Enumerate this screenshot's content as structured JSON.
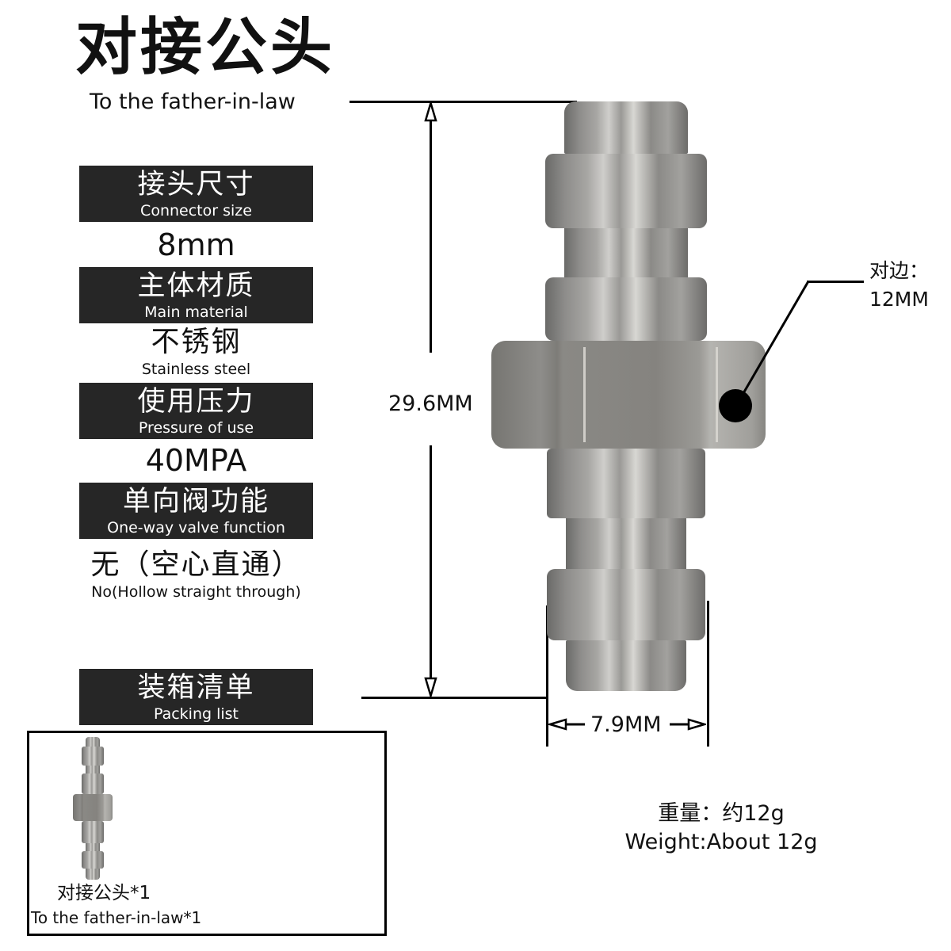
{
  "header": {
    "title_cn": "对接公头",
    "title_en": "To the father-in-law"
  },
  "specs": [
    {
      "label_cn": "接头尺寸",
      "label_en": "Connector size",
      "value": "8mm"
    },
    {
      "label_cn": "主体材质",
      "label_en": "Main material",
      "value_cn": "不锈钢",
      "value_en": "Stainless steel"
    },
    {
      "label_cn": "使用压力",
      "label_en": "Pressure of use",
      "value": "40MPA"
    },
    {
      "label_cn": "单向阀功能",
      "label_en": "One-way valve function",
      "value_cn": "无（空心直通）",
      "value_en": "No(Hollow straight through)"
    }
  ],
  "packing": {
    "label_cn": "装箱清单",
    "label_en": "Packing list",
    "item_cn": "对接公头*1",
    "item_en": "To the father-in-law*1"
  },
  "dimensions": {
    "length": "29.6MM",
    "diameter": "7.9MM",
    "hex_label_cn": "对边：",
    "hex_value": "12MM"
  },
  "weight": {
    "cn": "重量：约12g",
    "en": "Weight:About 12g"
  },
  "colors": {
    "label_bg": "#262626",
    "label_text": "#ffffff",
    "line": "#000000",
    "metal": "#9a9996"
  }
}
